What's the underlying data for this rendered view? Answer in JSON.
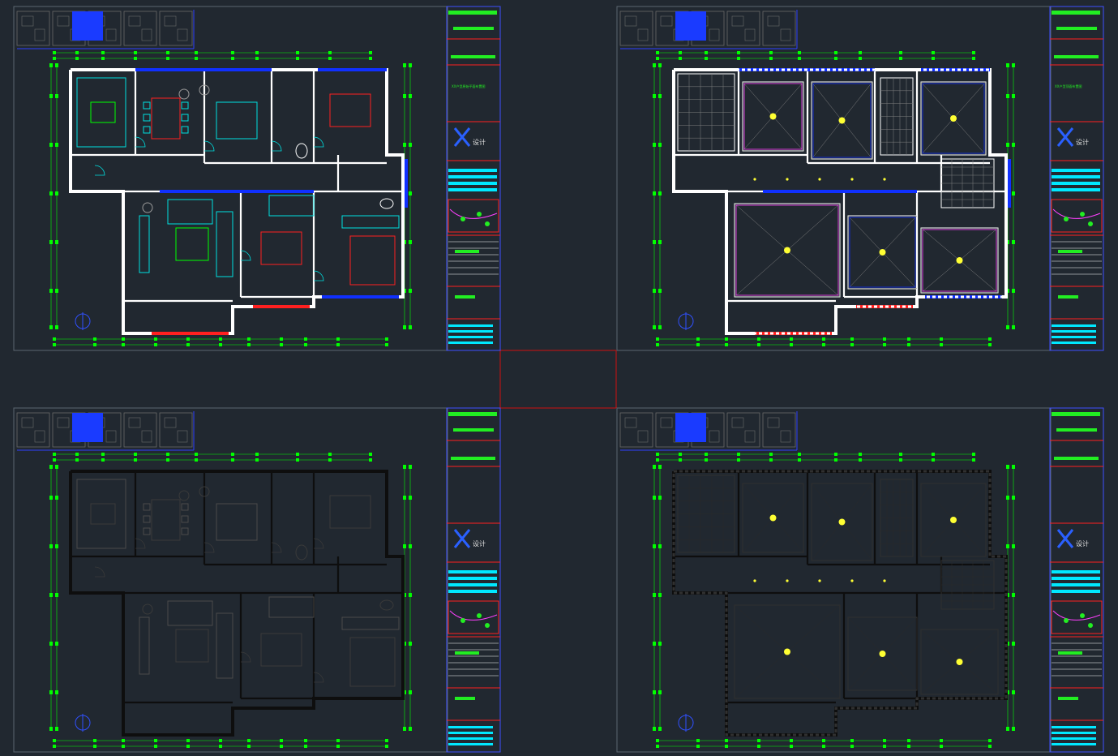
{
  "view": {
    "background": "#212830",
    "sheet_border_color": "#5c6670",
    "viewport_split_color": "#d01010"
  },
  "colors": {
    "wall": "#ffffff",
    "wall_dim": "#1a1a1a",
    "dimension": "#00ff00",
    "furniture": "#00e0e0",
    "window": "#1030ff",
    "accent_red": "#ff2020",
    "accent_magenta": "#ff40ff",
    "door": "#00e0e0",
    "hatch": "#ffffff",
    "grey_lines": "#3a3a3a",
    "titleblock_green": "#22ee22",
    "titleblock_cyan": "#00e8ff",
    "titleblock_red": "#ff2020"
  },
  "sheets": [
    {
      "id": "plan-original",
      "variant": "color",
      "title_text": "XX户型原始平面布置图"
    },
    {
      "id": "ceiling-plan",
      "variant": "ceiling-color",
      "title_text": "XX户型顶面布置图"
    },
    {
      "id": "plan-dark",
      "variant": "dark",
      "title_text": ""
    },
    {
      "id": "ceiling-dark",
      "variant": "ceiling-dark",
      "title_text": ""
    }
  ],
  "titleblock": {
    "logo_label": "设计"
  }
}
